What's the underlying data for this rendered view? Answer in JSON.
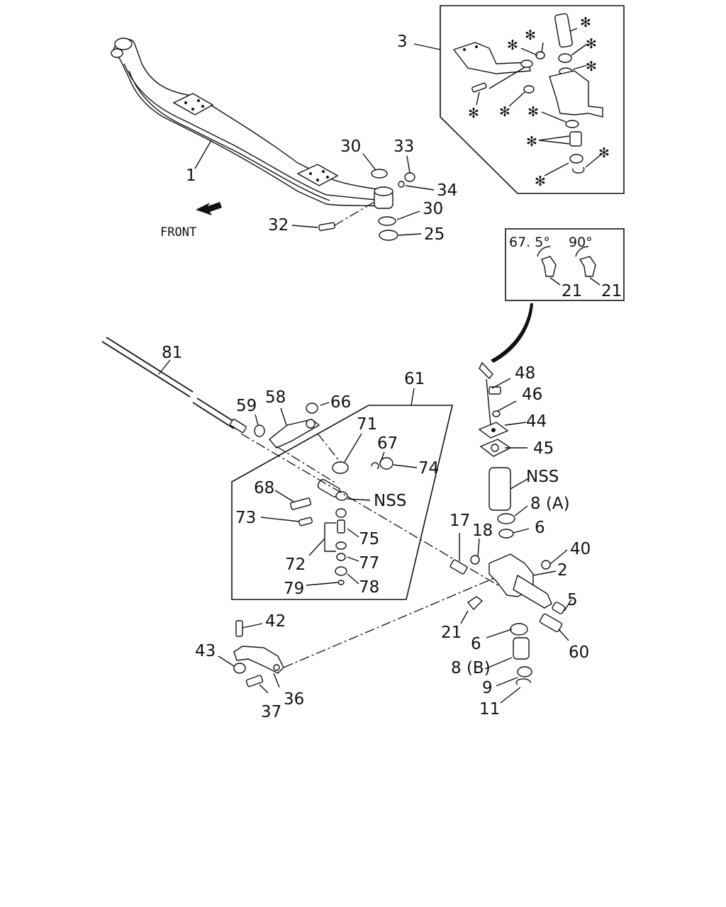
{
  "diagram": {
    "front_label": "FRONT",
    "inset_angle_left": "67. 5°",
    "inset_angle_right": "90°",
    "callouts": {
      "c1": "1",
      "c2": "2",
      "c3": "3",
      "c5": "5",
      "c6a": "6",
      "c6b": "6",
      "c8a": "8 (A)",
      "c8b": "8 (B)",
      "c9": "9",
      "c11": "11",
      "c17": "17",
      "c18": "18",
      "c21a": "21",
      "c21b": "21",
      "c21c": "21",
      "c25": "25",
      "c30a": "30",
      "c30b": "30",
      "c32": "32",
      "c33": "33",
      "c34": "34",
      "c36": "36",
      "c37": "37",
      "c40": "40",
      "c42": "42",
      "c43": "43",
      "c44": "44",
      "c45": "45",
      "c46": "46",
      "c48": "48",
      "c58": "58",
      "c59": "59",
      "c60": "60",
      "c61": "61",
      "c66": "66",
      "c67": "67",
      "c68": "68",
      "c71": "71",
      "c72": "72",
      "c73": "73",
      "c74": "74",
      "c75": "75",
      "c77": "77",
      "c78": "78",
      "c79": "79",
      "c81": "81",
      "nss_a": "NSS",
      "nss_b": "NSS"
    },
    "asterisk": "✻"
  }
}
